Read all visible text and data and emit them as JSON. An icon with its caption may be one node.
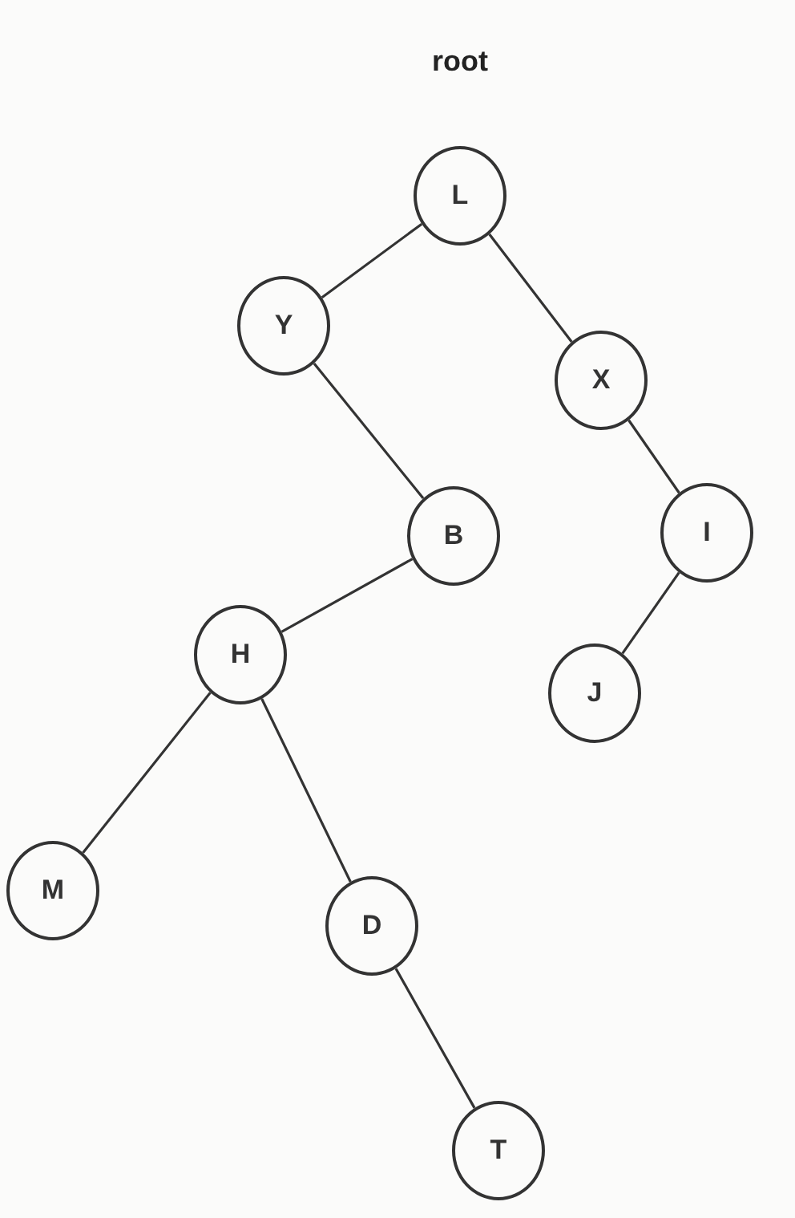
{
  "diagram": {
    "title": "root",
    "nodes": [
      {
        "text": [
          "L"
        ]
      },
      {
        "text": [
          "Y"
        ]
      },
      {
        "text": [
          "X"
        ]
      },
      {
        "text": [
          "B"
        ]
      },
      {
        "text": [
          "I"
        ]
      },
      {
        "text": [
          "J"
        ]
      },
      {
        "text": [
          "H"
        ]
      },
      {
        "text": [
          "M"
        ]
      },
      {
        "text": [
          "D"
        ]
      },
      {
        "text": [
          "T"
        ]
      }
    ],
    "edges": [
      {
        "from": 0,
        "to": 1,
        "arrow": "none"
      },
      {
        "from": 0,
        "to": 2,
        "arrow": "none"
      },
      {
        "from": 1,
        "to": 3,
        "arrow": "none"
      },
      {
        "from": 2,
        "to": 4,
        "arrow": "none"
      },
      {
        "from": 4,
        "to": 5,
        "arrow": "none"
      },
      {
        "from": 3,
        "to": 6,
        "arrow": "none"
      },
      {
        "from": 6,
        "to": 7,
        "arrow": "none"
      },
      {
        "from": 6,
        "to": 8,
        "arrow": "none"
      },
      {
        "from": 8,
        "to": 9,
        "arrow": "none"
      }
    ]
  }
}
